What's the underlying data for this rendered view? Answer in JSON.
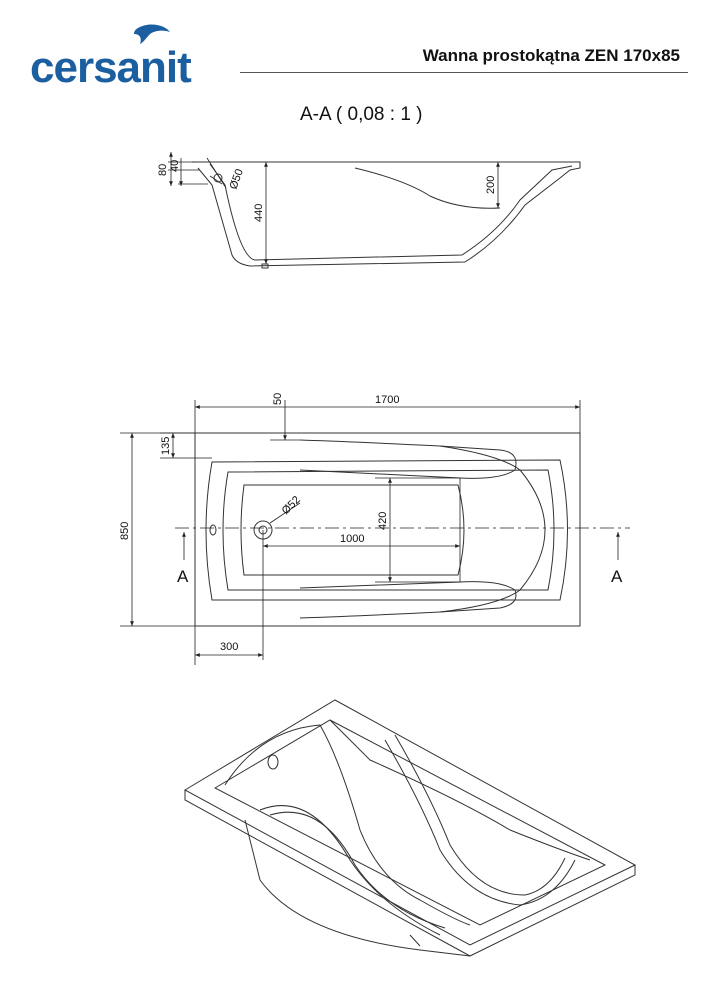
{
  "header": {
    "brand": "cersanit",
    "title": "Wanna prostokątna ZEN 170x85"
  },
  "section": {
    "label": "A-A ( 0,08 : 1 )"
  },
  "side_view": {
    "dims": {
      "d80": "80",
      "d40": "40",
      "d50": "Ø50",
      "d440": "440",
      "d200": "200"
    }
  },
  "top_view": {
    "dims": {
      "length": "1700",
      "d50": "50",
      "d135": "135",
      "width": "850",
      "drain": "Ø52",
      "d1000": "1000",
      "d420": "420",
      "d300": "300"
    },
    "section_marks": [
      "A",
      "A"
    ]
  },
  "colors": {
    "brand": "#1c5fa0",
    "line": "#333333"
  }
}
